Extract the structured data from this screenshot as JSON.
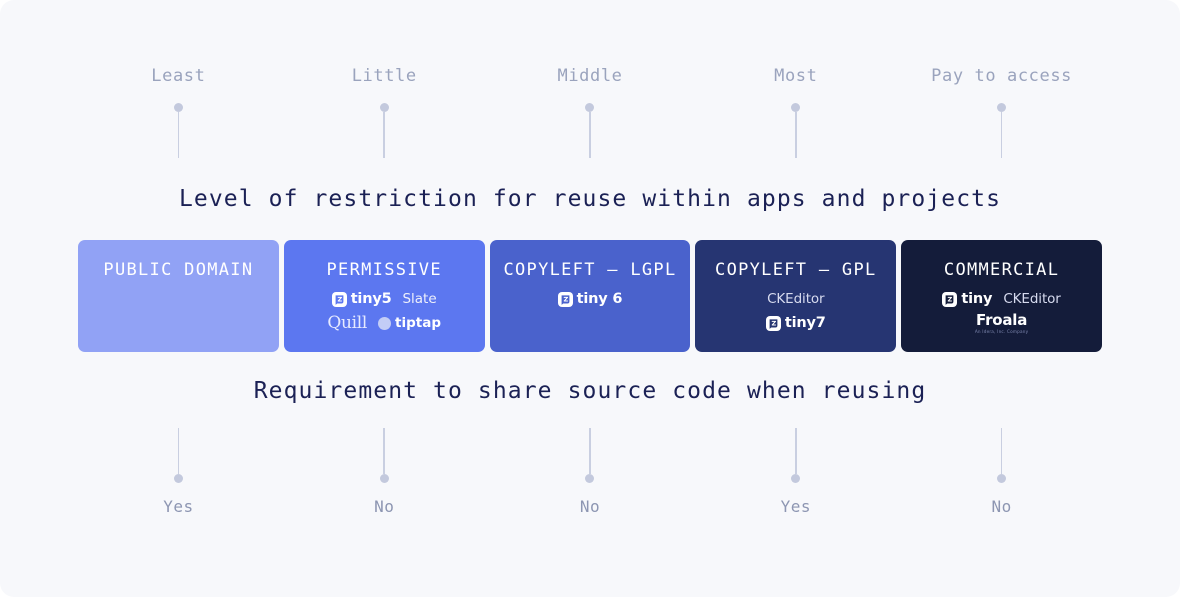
{
  "background_color": "#f7f8fb",
  "top_scale": {
    "items": [
      {
        "label": "Least"
      },
      {
        "label": "Little"
      },
      {
        "label": "Middle"
      },
      {
        "label": "Most"
      },
      {
        "label": "Pay to access"
      }
    ]
  },
  "heading_top": "Level of restriction for reuse within apps and projects",
  "heading_bottom": "Requirement to share source code when reusing",
  "blocks": [
    {
      "title": "PUBLIC DOMAIN",
      "color": "#91a2f5",
      "logo_rows": []
    },
    {
      "title": "PERMISSIVE",
      "color": "#5c77f0",
      "logo_rows": [
        [
          {
            "type": "tiny",
            "name": "tiny5",
            "icon": "tiny-logo-icon"
          },
          {
            "type": "plain",
            "name": "Slate"
          }
        ],
        [
          {
            "type": "quill",
            "name": "Quill"
          },
          {
            "type": "tiptap",
            "name": "tiptap",
            "icon": "tiptap-logo-icon"
          }
        ]
      ]
    },
    {
      "title": "COPYLEFT — LGPL",
      "color": "#4a62cc",
      "logo_rows": [
        [
          {
            "type": "tiny",
            "name": "tiny 6",
            "icon": "tiny-logo-icon"
          }
        ]
      ]
    },
    {
      "title": "COPYLEFT — GPL",
      "color": "#263572",
      "logo_rows": [
        [
          {
            "type": "ckeditor",
            "name": "CKEditor"
          }
        ],
        [
          {
            "type": "tiny",
            "name": "tiny7",
            "icon": "tiny-logo-icon"
          }
        ]
      ]
    },
    {
      "title": "COMMERCIAL",
      "color": "#141c3a",
      "logo_rows": [
        [
          {
            "type": "tiny",
            "name": "tiny",
            "icon": "tiny-logo-icon"
          },
          {
            "type": "ckeditor",
            "name": "CKEditor"
          }
        ],
        [
          {
            "type": "froala",
            "name": "Froala",
            "tagline": "An Idera, Inc. Company"
          }
        ]
      ]
    }
  ],
  "bottom_scale": {
    "items": [
      {
        "label": "Yes"
      },
      {
        "label": "No"
      },
      {
        "label": "No"
      },
      {
        "label": "Yes"
      },
      {
        "label": "No"
      }
    ]
  }
}
